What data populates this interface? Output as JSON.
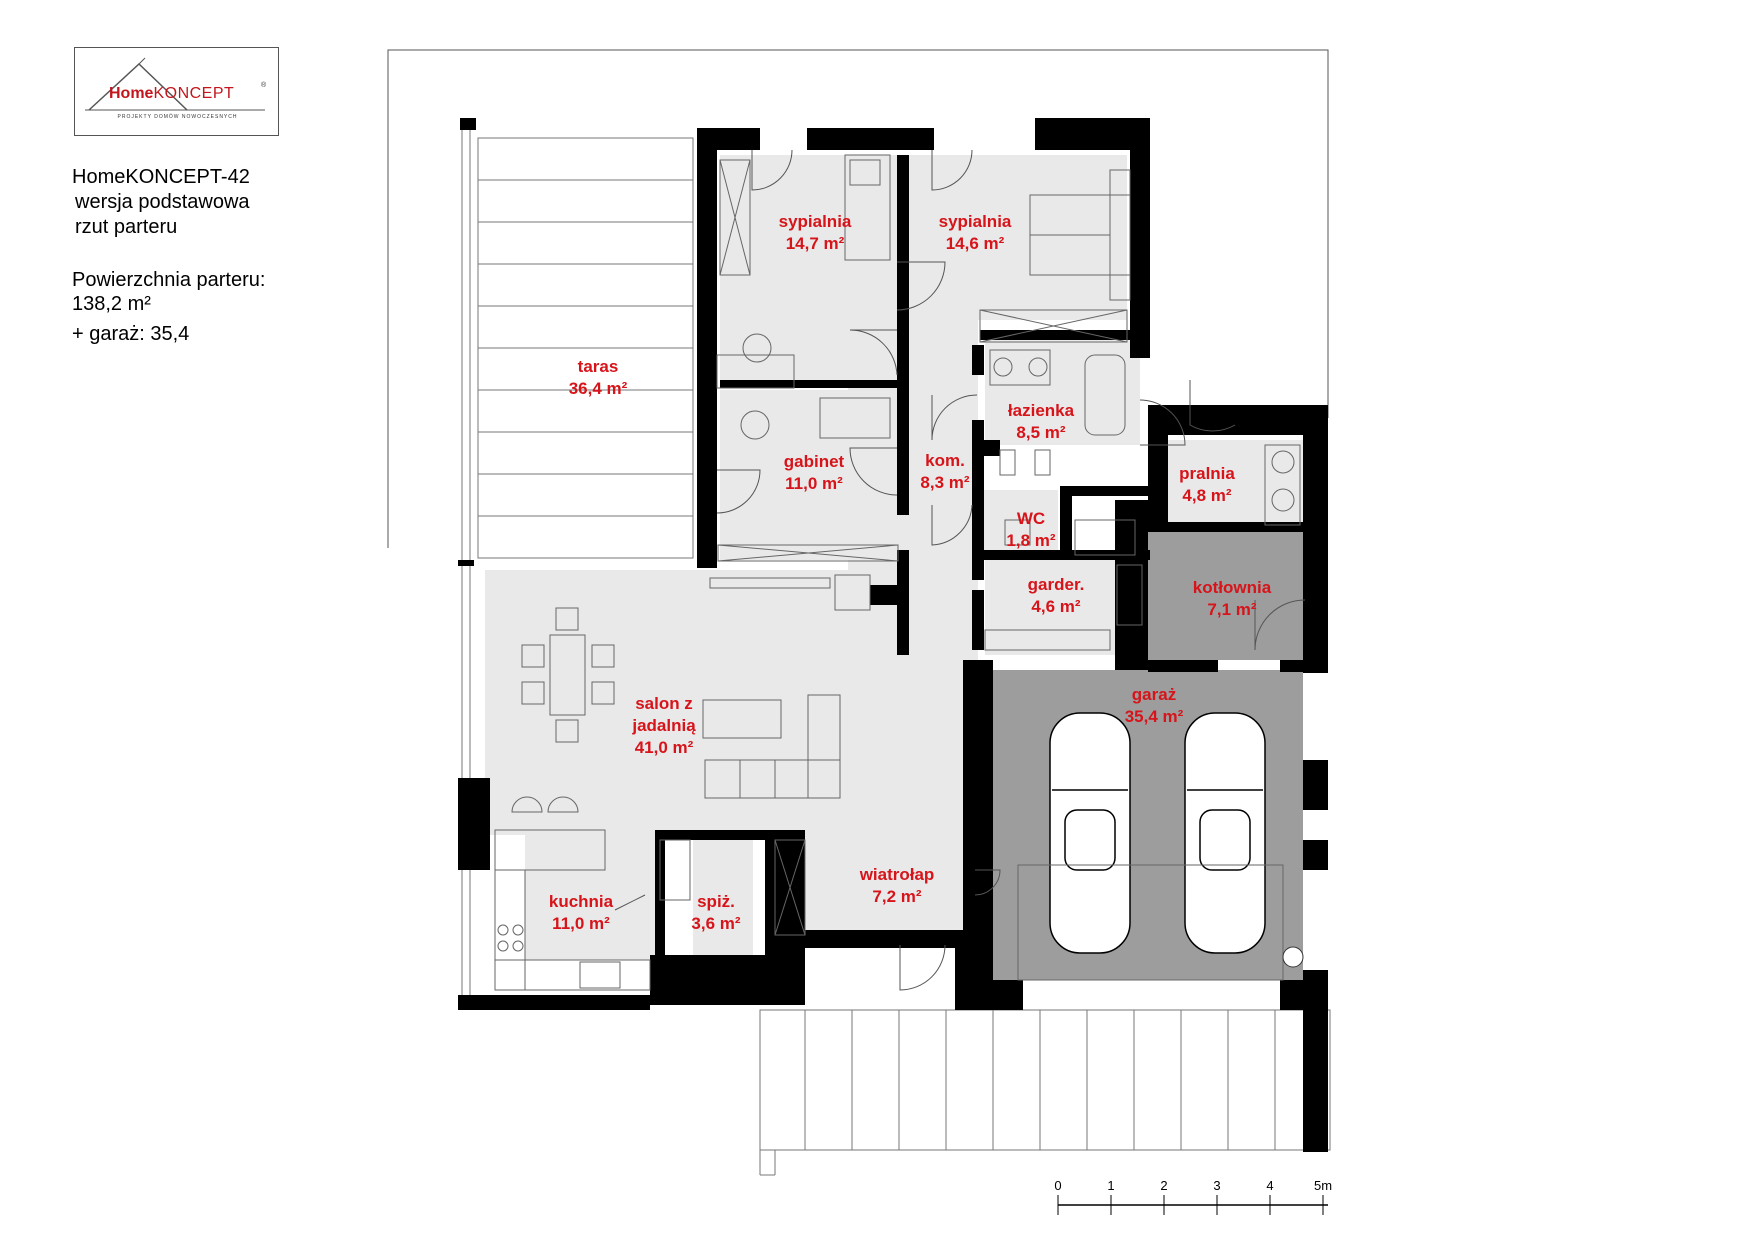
{
  "logo": {
    "word_home": "Home",
    "word_koncept": "KONCEPT",
    "reg_mark": "®",
    "tagline": "PROJEKTY DOMÓW NOWOCZESNYCH"
  },
  "info": {
    "project_name": "HomeKONCEPT-42",
    "version": "wersja podstawowa",
    "view": "rzut parteru",
    "area_label": "Powierzchnia parteru:",
    "area_value": "138,2 m²",
    "garage": "+ garaż: 35,4"
  },
  "rooms": {
    "sypialnia1": {
      "name": "sypialnia",
      "area": "14,7 m²"
    },
    "sypialnia2": {
      "name": "sypialnia",
      "area": "14,6 m²"
    },
    "taras": {
      "name": "taras",
      "area": "36,4 m²"
    },
    "lazienka": {
      "name": "łazienka",
      "area": "8,5 m²"
    },
    "gabinet": {
      "name": "gabinet",
      "area": "11,0 m²"
    },
    "kom": {
      "name": "kom.",
      "area": "8,3 m²"
    },
    "pralnia": {
      "name": "pralnia",
      "area": "4,8 m²"
    },
    "wc": {
      "name": "WC",
      "area": "1,8 m²"
    },
    "garder": {
      "name": "garder.",
      "area": "4,6 m²"
    },
    "kotlownia": {
      "name": "kotłownia",
      "area": "7,1 m²"
    },
    "garaz": {
      "name": "garaż",
      "area": "35,4 m²"
    },
    "salon": {
      "name1": "salon z",
      "name2": "jadalnią",
      "area": "41,0 m²"
    },
    "wiatrolap": {
      "name": "wiatrołap",
      "area": "7,2 m²"
    },
    "kuchnia": {
      "name": "kuchnia",
      "area": "11,0 m²"
    },
    "spiz": {
      "name": "spiż.",
      "area": "3,6 m²"
    }
  },
  "scale": {
    "labels": [
      "0",
      "1",
      "2",
      "3",
      "4",
      "5m"
    ]
  },
  "colors": {
    "accent_red": "#d6141a",
    "wall": "#000000",
    "floor": "#e9e9e9",
    "garage_floor": "#9d9d9d"
  }
}
